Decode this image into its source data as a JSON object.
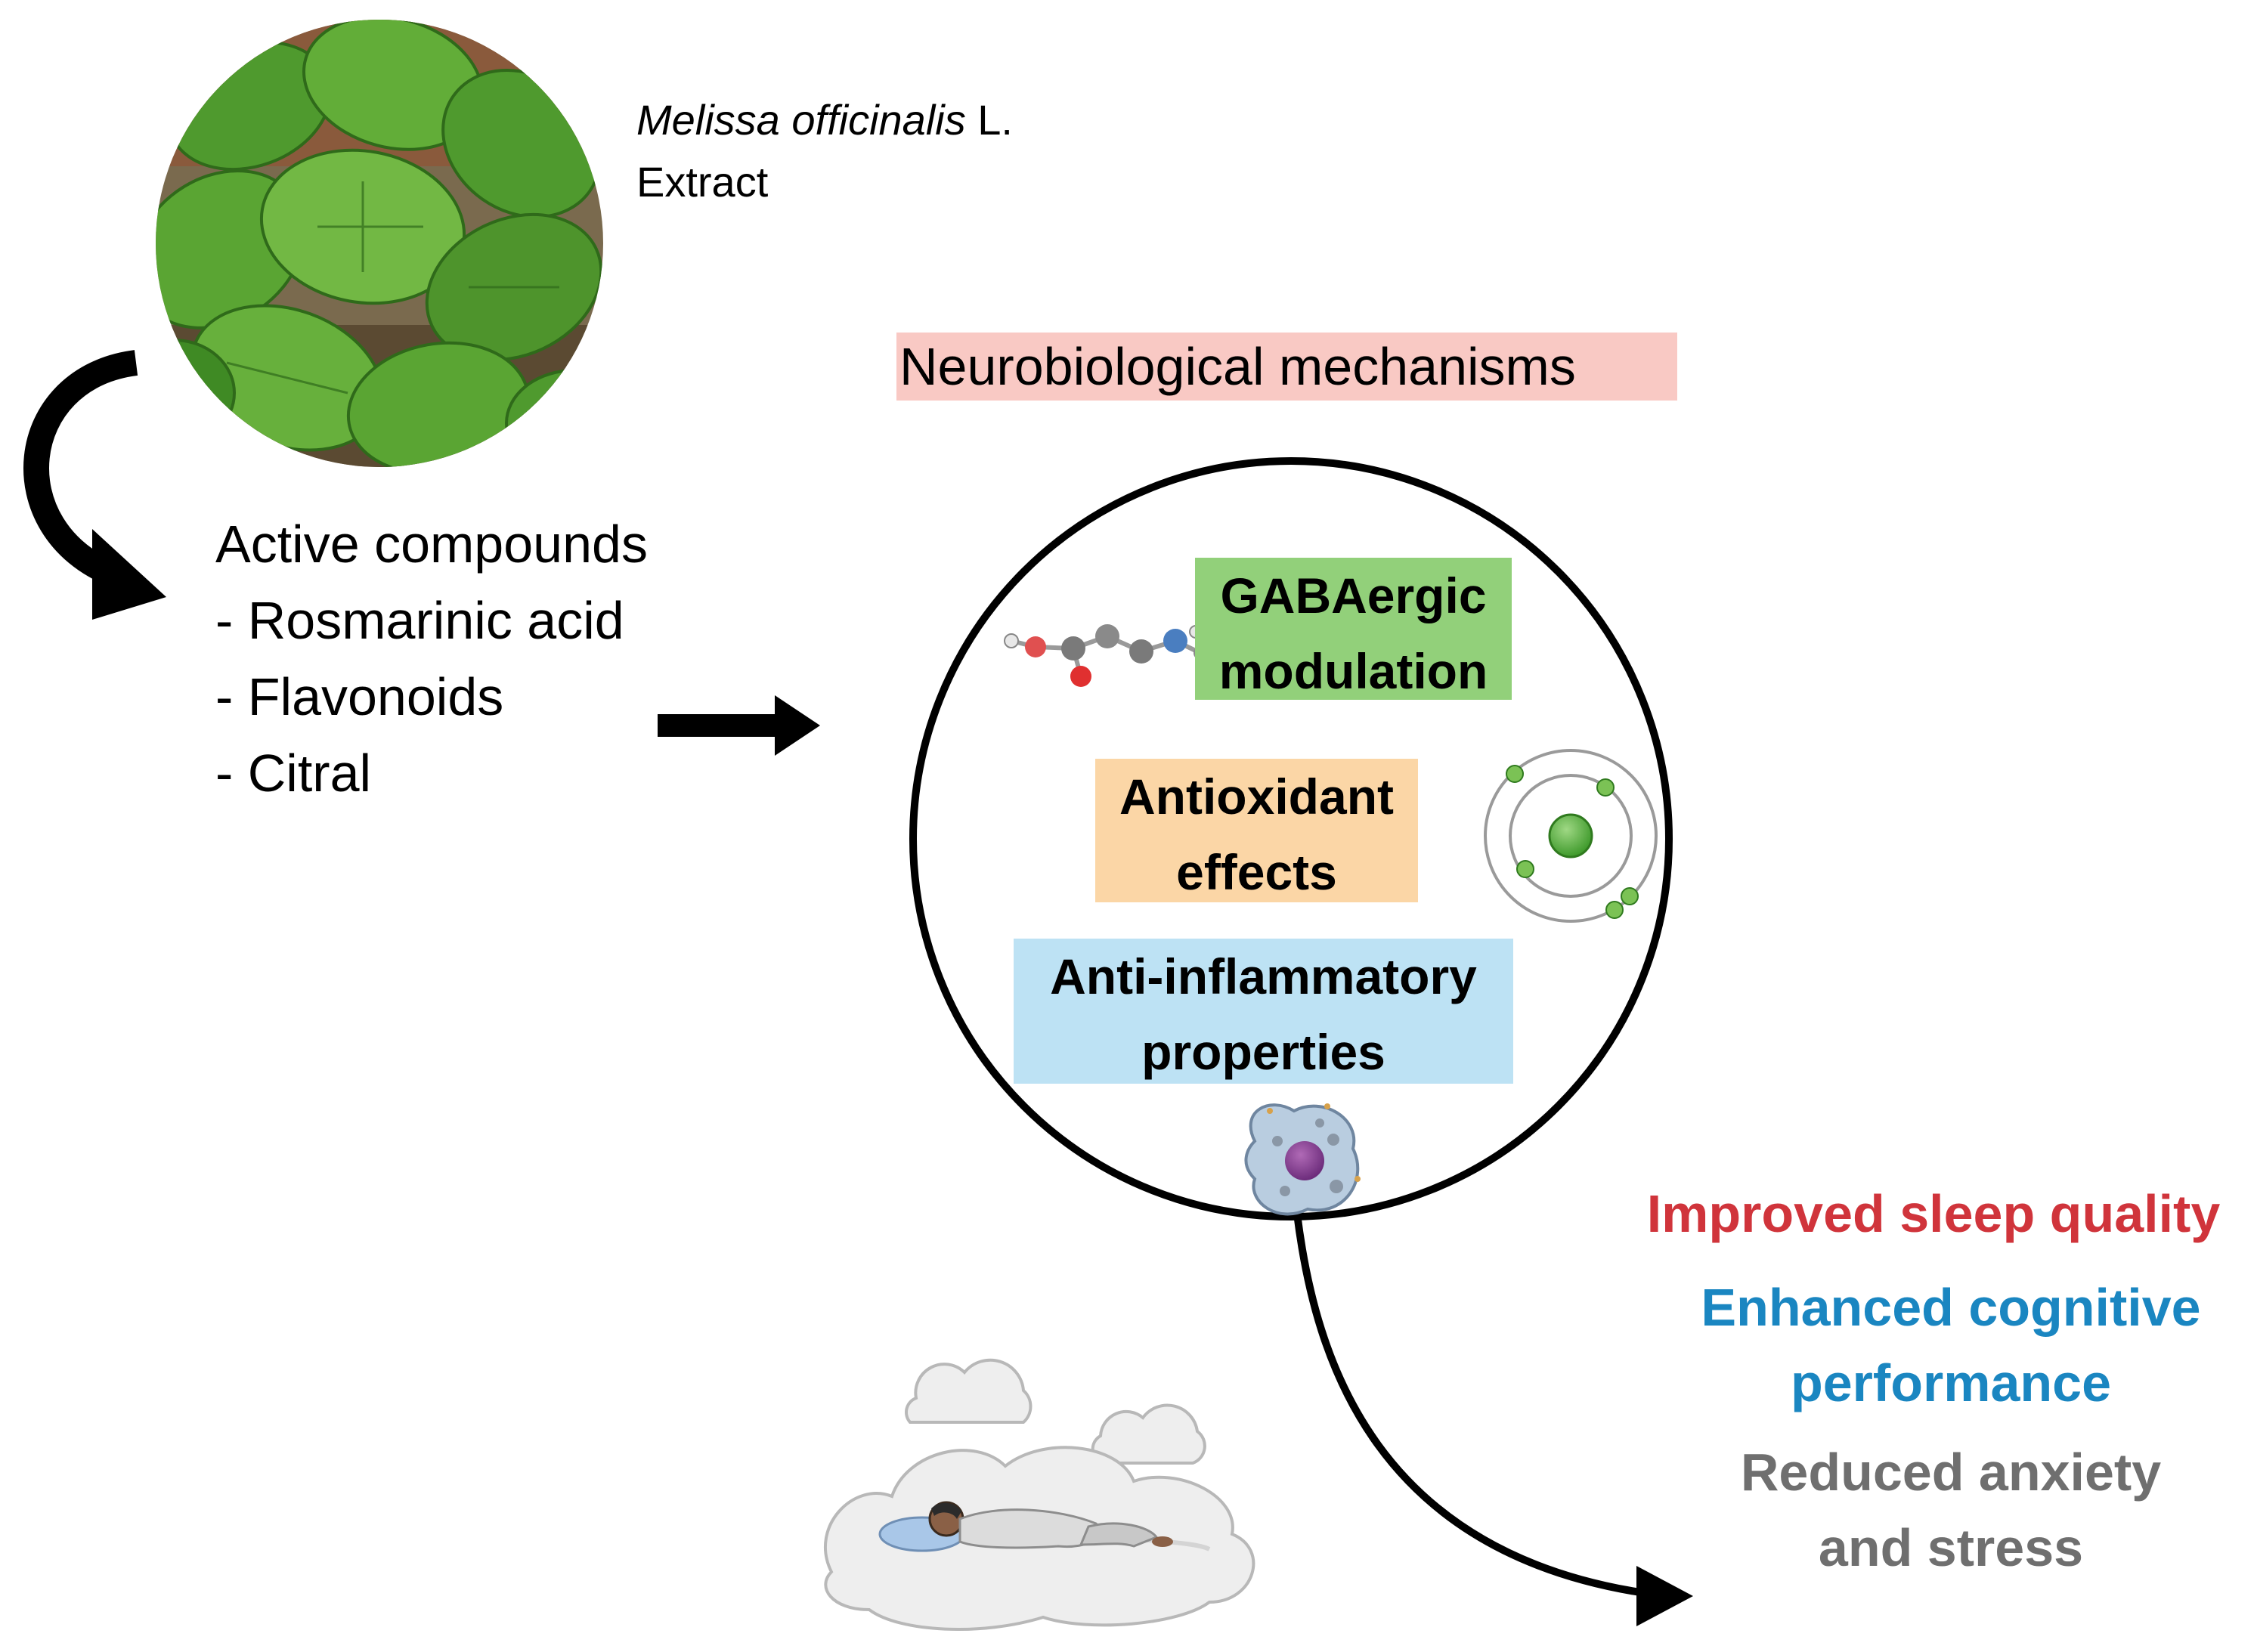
{
  "plant": {
    "name": "Melissa officinalis",
    "authority": "L.",
    "extract_label": "Extract"
  },
  "compounds": {
    "heading": "Active compounds",
    "items": [
      "- Rosmarinic acid",
      "- Flavonoids",
      "- Citral"
    ]
  },
  "mechanisms": {
    "title": "Neurobiological mechanisms",
    "gaba": [
      "GABAergic",
      "modulation"
    ],
    "antioxidant": [
      "Antioxidant",
      "effects"
    ],
    "anti_inflammatory": [
      "Anti-inflammatory",
      "properties"
    ]
  },
  "outcomes": {
    "sleep": "Improved sleep quality",
    "cognitive": [
      "Enhanced cognitive",
      "performance"
    ],
    "anxiety": [
      "Reduced anxiety",
      "and stress"
    ]
  },
  "colors": {
    "mechanisms_bg": "#f9c9c4",
    "gaba_bg": "#92d07a",
    "antioxidant_bg": "#fbd6a6",
    "anti_inflammatory_bg": "#bde2f4",
    "sleep_text": "#d0343b",
    "cognitive_text": "#1a86c1",
    "anxiety_text": "#6f6f6f"
  },
  "icons": [
    "melissa-leaf-photo",
    "curved-arrow-icon",
    "right-arrow-icon",
    "gaba-molecule-icon",
    "atom-icon",
    "immune-cell-icon",
    "sleeping-person-icon"
  ]
}
